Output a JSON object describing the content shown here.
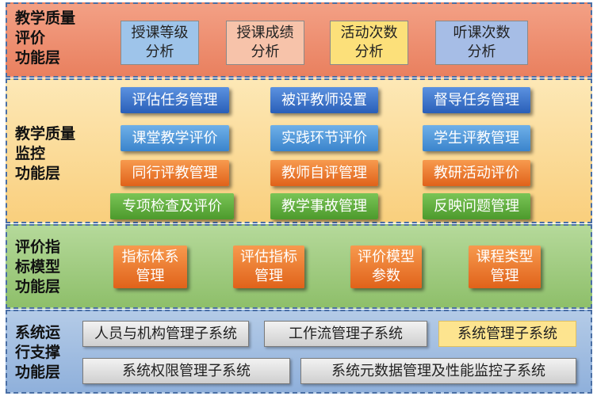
{
  "layers": {
    "analysis": {
      "title": "教学质量\n评价\n功能层",
      "items": [
        "授课等级\n分析",
        "授课成绩\n分析",
        "活动次数\n分析",
        "听课次数\n分析"
      ]
    },
    "monitor": {
      "title": "教学质量\n监控\n功能层",
      "items": [
        "评估任务管理",
        "被评教师设置",
        "督导任务管理",
        "课堂教学评价",
        "实践环节评价",
        "学生评教管理",
        "同行评教管理",
        "教师自评管理",
        "教研活动评价",
        "专项检查及评价",
        "教学事故管理",
        "反映问题管理"
      ]
    },
    "model": {
      "title": "评价指\n标模型\n功能层",
      "items": [
        "指标体系\n管理",
        "评估指标\n管理",
        "评价模型\n参数",
        "课程类型\n管理"
      ]
    },
    "support": {
      "title": "系统运\n行支撑\n功能层",
      "items": [
        "人员与机构管理子系统",
        "工作流管理子系统",
        "系统管理子系统",
        "系统权限管理子系统",
        "系统元数据管理及性能监控子系统"
      ]
    }
  },
  "colors": {
    "analysis_bg": "#e9805f",
    "monitor_bg": "#f9cf7d",
    "model_bg": "#8ebf6a",
    "support_bg": "#8fb0db",
    "button_blue": "#2a5fb8",
    "button_orange": "#e0621a",
    "button_green": "#4c9a2c"
  }
}
